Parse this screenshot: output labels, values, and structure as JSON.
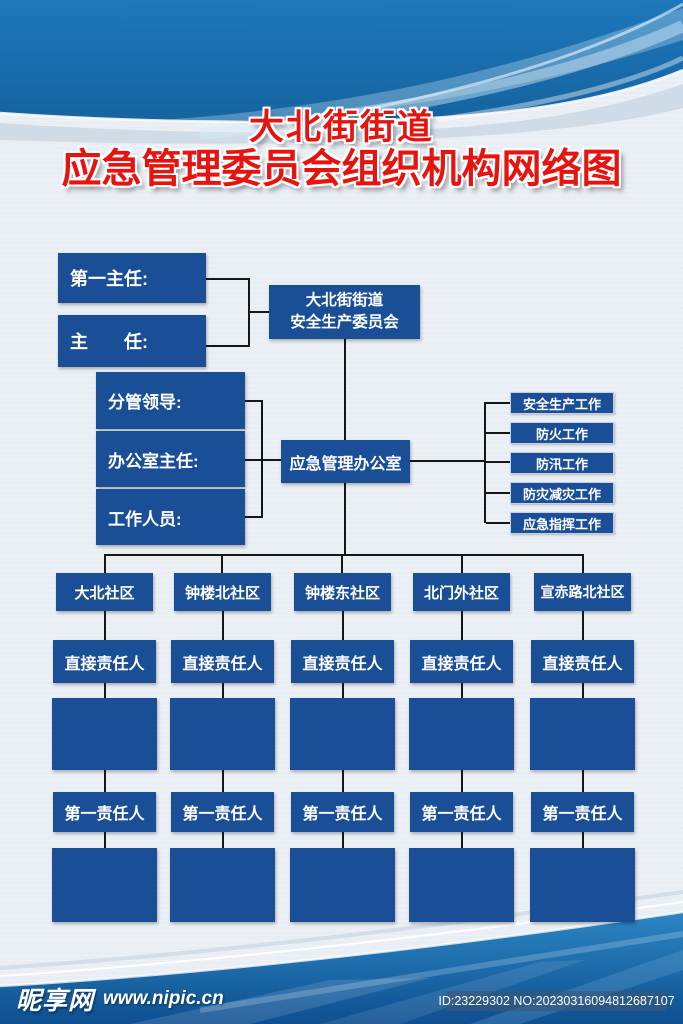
{
  "title": {
    "line1": "大北街街道",
    "line2": "应急管理委员会组织机构网络图"
  },
  "org": {
    "leaders": [
      "第一主任:",
      "主　　任:"
    ],
    "committee": {
      "line1": "大北街街道",
      "line2": "安全生产委员会"
    },
    "staff": [
      "分管领导:",
      "办公室主任:",
      "工作人员:"
    ],
    "office": "应急管理办公室",
    "works": [
      "安全生产工作",
      "防火工作",
      "防汛工作",
      "防灾减灾工作",
      "应急指挥工作"
    ],
    "communities": [
      "大北社区",
      "钟楼北社区",
      "钟楼东社区",
      "北门外社区",
      "宣赤路北社区"
    ],
    "direct_label": "直接责任人",
    "first_label": "第一责任人"
  },
  "footer": {
    "site_name": "昵享网",
    "site_url": "www.nipic.cn",
    "id_text": "ID:23229302 NO:20230316094812687107"
  },
  "colors": {
    "box_blue": "#1a4e96",
    "title_red": "#e8120f",
    "header_blue_top": "#1e78bb",
    "header_blue_bottom": "#15639f",
    "footer_blue_top": "#2c86c4",
    "footer_blue_bottom": "#0e4f90",
    "background": "#e9eef4",
    "connector_line": "#161616"
  }
}
